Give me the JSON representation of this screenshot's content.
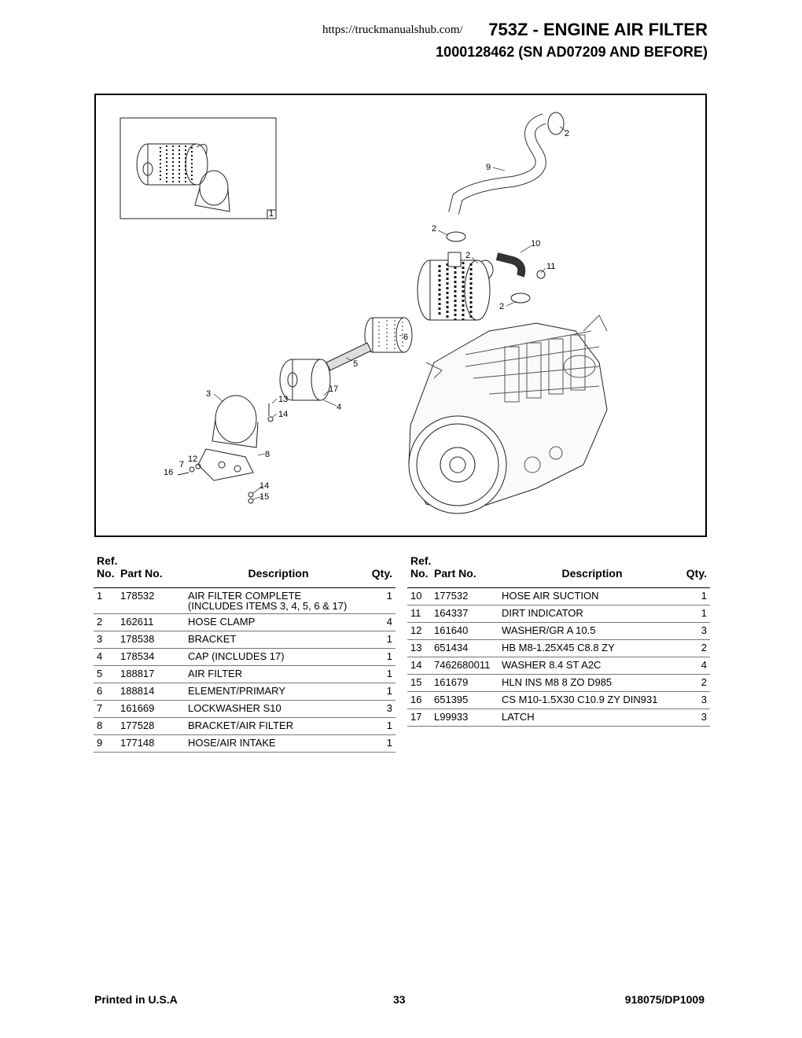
{
  "header": {
    "url": "https://truckmanualshub.com/",
    "title": "753Z - ENGINE AIR FILTER",
    "subtitle": "1000128462 (SN AD07209 AND BEFORE)"
  },
  "figure": {
    "callouts": [
      "1",
      "2",
      "9",
      "2",
      "10",
      "2",
      "11",
      "2",
      "6",
      "5",
      "3",
      "17",
      "13",
      "4",
      "14",
      "8",
      "7",
      "12",
      "16",
      "14",
      "15"
    ]
  },
  "table_headers": {
    "ref_line1": "Ref.",
    "ref_line2": "No.",
    "part": "Part No.",
    "desc": "Description",
    "qty": "Qty."
  },
  "left_table": [
    {
      "ref": "1",
      "part": "178532",
      "desc": "AIR FILTER COMPLETE",
      "desc2": "(INCLUDES ITEMS 3, 4, 5, 6 & 17)",
      "qty": "1"
    },
    {
      "ref": "2",
      "part": "162611",
      "desc": "HOSE CLAMP",
      "desc2": "",
      "qty": "4"
    },
    {
      "ref": "3",
      "part": "178538",
      "desc": "BRACKET",
      "desc2": "",
      "qty": "1"
    },
    {
      "ref": "4",
      "part": "178534",
      "desc": "CAP  (INCLUDES 17)",
      "desc2": "",
      "qty": "1"
    },
    {
      "ref": "5",
      "part": "188817",
      "desc": "AIR FILTER",
      "desc2": "",
      "qty": "1"
    },
    {
      "ref": "6",
      "part": "188814",
      "desc": "ELEMENT/PRIMARY",
      "desc2": "",
      "qty": "1"
    },
    {
      "ref": "7",
      "part": "161669",
      "desc": "LOCKWASHER S10",
      "desc2": "",
      "qty": "3"
    },
    {
      "ref": "8",
      "part": "177528",
      "desc": "BRACKET/AIR FILTER",
      "desc2": "",
      "qty": "1"
    },
    {
      "ref": "9",
      "part": "177148",
      "desc": "HOSE/AIR INTAKE",
      "desc2": "",
      "qty": "1"
    }
  ],
  "right_table": [
    {
      "ref": "10",
      "part": "177532",
      "desc": "HOSE AIR SUCTION",
      "qty": "1"
    },
    {
      "ref": "11",
      "part": "164337",
      "desc": "DIRT INDICATOR",
      "qty": "1"
    },
    {
      "ref": "12",
      "part": "161640",
      "desc": "WASHER/GR A 10.5",
      "qty": "3"
    },
    {
      "ref": "13",
      "part": "651434",
      "desc": "HB M8-1.25X45 C8.8 ZY",
      "qty": "2"
    },
    {
      "ref": "14",
      "part": "7462680011",
      "desc": "WASHER 8.4 ST A2C",
      "qty": "4"
    },
    {
      "ref": "15",
      "part": "161679",
      "desc": "HLN INS M8 8 ZO D985",
      "qty": "2"
    },
    {
      "ref": "16",
      "part": "651395",
      "desc": "CS M10-1.5X30 C10.9 ZY DIN931",
      "qty": "3"
    },
    {
      "ref": "17",
      "part": "L99933",
      "desc": "LATCH",
      "qty": "3"
    }
  ],
  "footer": {
    "left": "Printed in U.S.A",
    "page": "33",
    "right": "918075/DP1009"
  }
}
